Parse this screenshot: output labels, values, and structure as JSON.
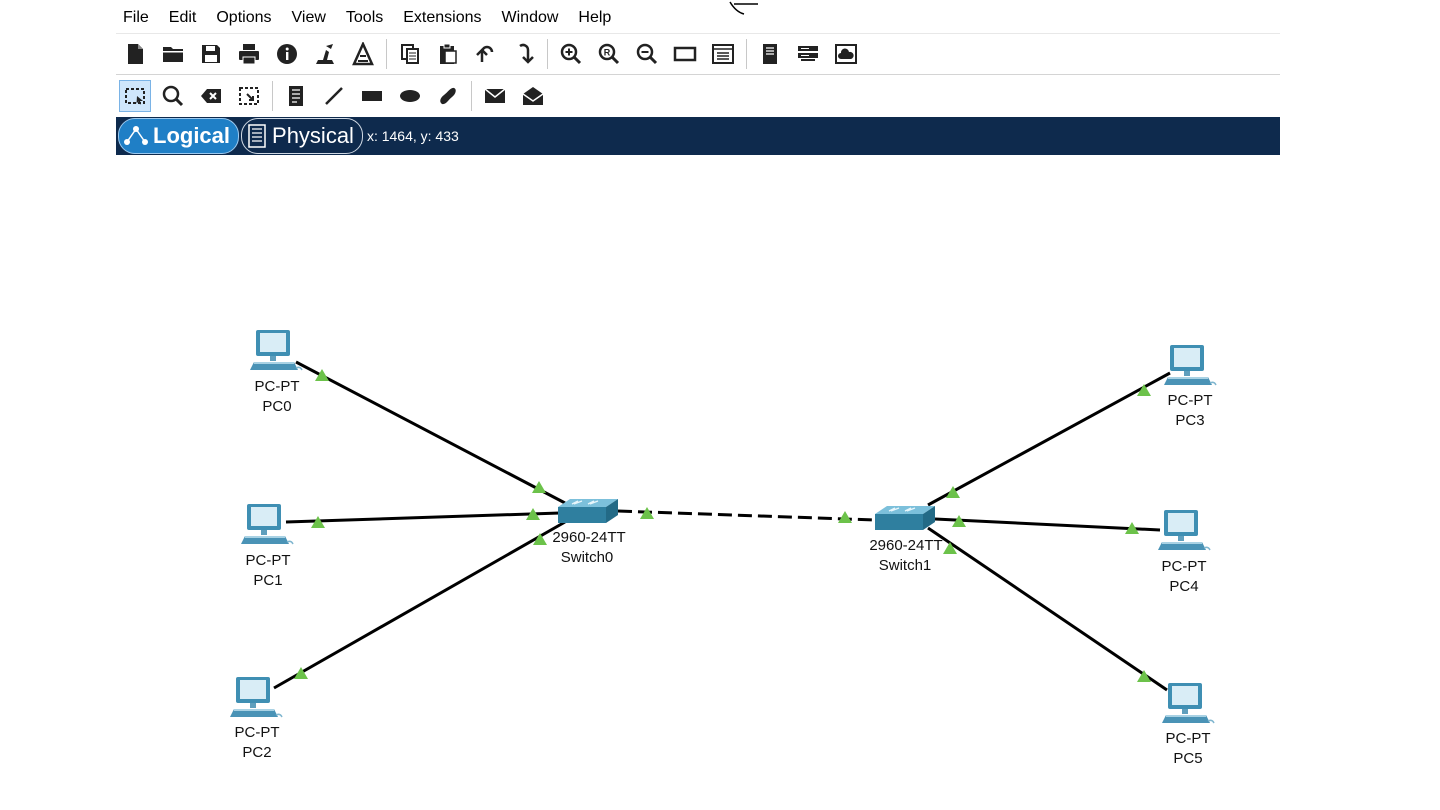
{
  "menu": [
    "File",
    "Edit",
    "Options",
    "View",
    "Tools",
    "Extensions",
    "Window",
    "Help"
  ],
  "toolbar1": [
    "new-file-icon",
    "open-folder-icon",
    "save-icon",
    "print-icon",
    "info-icon",
    "network-wizard-icon",
    "activity-wizard-icon",
    "copy-icon",
    "paste-icon",
    "undo-icon",
    "redo-icon",
    "zoom-in-icon",
    "zoom-reset-icon",
    "zoom-out-icon",
    "drawing-palette-icon",
    "custom-device-icon",
    "server-rack-icon",
    "network-device-icon",
    "cloud-screenshot-icon"
  ],
  "toolbar2": [
    "select-icon",
    "inspect-icon",
    "delete-icon",
    "resize-icon",
    "note-icon",
    "line-icon",
    "rectangle-icon",
    "ellipse-icon",
    "freeform-icon",
    "simple-pdu-icon",
    "complex-pdu-icon"
  ],
  "viewbar": {
    "logical": "Logical",
    "physical": "Physical",
    "coords": "x: 1464, y: 433"
  },
  "colors": {
    "viewbar_bg": "#0e2a4d",
    "logical_tab": "#1f7fc6",
    "link_indicator": "#6cc24a",
    "switch": "#3d87a6"
  },
  "devices": [
    {
      "id": "pc0",
      "model": "PC-PT",
      "name": "PC0"
    },
    {
      "id": "pc1",
      "model": "PC-PT",
      "name": "PC1"
    },
    {
      "id": "pc2",
      "model": "PC-PT",
      "name": "PC2"
    },
    {
      "id": "pc3",
      "model": "PC-PT",
      "name": "PC3"
    },
    {
      "id": "pc4",
      "model": "PC-PT",
      "name": "PC4"
    },
    {
      "id": "pc5",
      "model": "PC-PT",
      "name": "PC5"
    },
    {
      "id": "switch0",
      "model": "2960-24TT",
      "name": "Switch0"
    },
    {
      "id": "switch1",
      "model": "2960-24TT",
      "name": "Switch1"
    }
  ],
  "links": [
    {
      "from": "pc0",
      "to": "switch0",
      "type": "straight-through"
    },
    {
      "from": "pc1",
      "to": "switch0",
      "type": "straight-through"
    },
    {
      "from": "pc2",
      "to": "switch0",
      "type": "straight-through"
    },
    {
      "from": "switch0",
      "to": "switch1",
      "type": "crossover"
    },
    {
      "from": "pc3",
      "to": "switch1",
      "type": "straight-through"
    },
    {
      "from": "pc4",
      "to": "switch1",
      "type": "straight-through"
    },
    {
      "from": "pc5",
      "to": "switch1",
      "type": "straight-through"
    }
  ]
}
